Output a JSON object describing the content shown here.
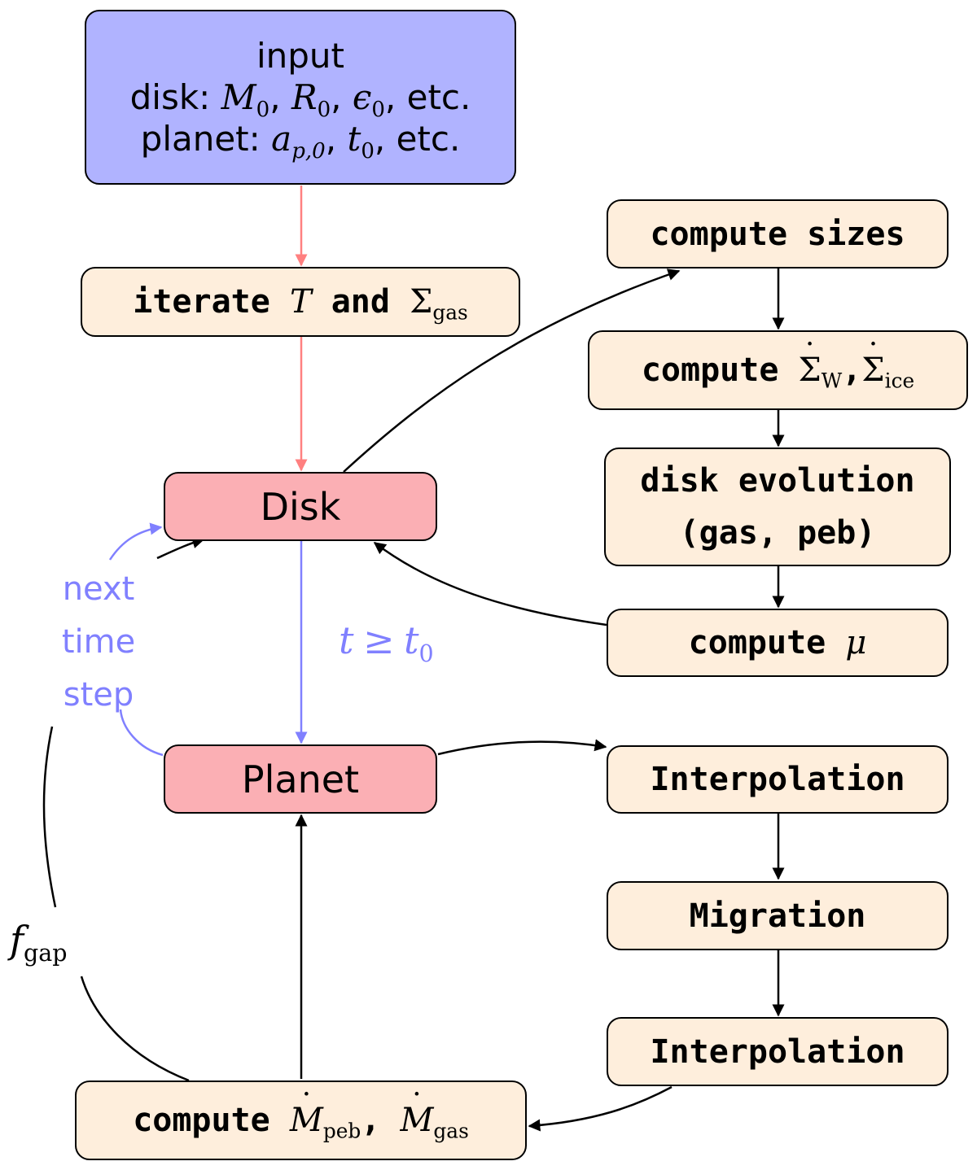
{
  "input": {
    "title": "input",
    "disk_prefix": "disk:",
    "disk_params": [
      "M",
      "R",
      "ϵ"
    ],
    "disk_subscript": "0",
    "disk_suffix": "etc.",
    "planet_prefix": "planet:",
    "planet_param_a": "a",
    "planet_param_a_sub": "p,0",
    "planet_param_t": "t",
    "planet_param_t_sub": "0",
    "planet_suffix": "etc."
  },
  "iterate": {
    "prefix": "iterate",
    "var_T": "T",
    "mid": "and",
    "var_sigma": "Σ",
    "sigma_sub": "gas"
  },
  "disk": {
    "label": "Disk"
  },
  "planet": {
    "label": "Planet"
  },
  "compute_sizes": {
    "label": "compute sizes"
  },
  "compute_sigma_dot": {
    "prefix": "compute",
    "sym": "Σ",
    "sub_w": "W",
    "sep": ",",
    "sub_ice": "ice"
  },
  "disk_evolution": {
    "line1": "disk evolution",
    "line2": "(gas, peb)"
  },
  "compute_mu": {
    "prefix": "compute",
    "sym": "μ"
  },
  "interpolation_1": {
    "label": "Interpolation"
  },
  "migration": {
    "label": "Migration"
  },
  "interpolation_2": {
    "label": "Interpolation"
  },
  "compute_mdot": {
    "prefix": "compute",
    "sym": "M",
    "sub_peb": "peb",
    "sep": ",",
    "sub_gas": "gas"
  },
  "edge_labels": {
    "condition_t": "t",
    "condition_rel": "≥",
    "condition_t0": "t",
    "condition_t0_sub": "0",
    "loop_line1": "next",
    "loop_line2": "time",
    "loop_line3": "step",
    "f_gap": "f",
    "f_gap_sub": "gap"
  },
  "colors": {
    "input_fill": "#b0b3ff",
    "step_fill": "#feeedc",
    "core_fill": "#fbafb4",
    "setup_arrow": "#ff8080",
    "loop_arrow": "#8080ff",
    "default_arrow": "#000000"
  }
}
